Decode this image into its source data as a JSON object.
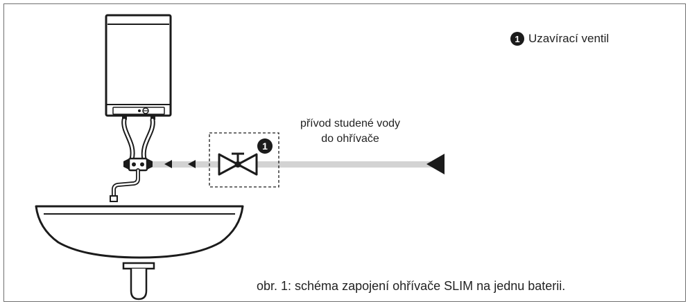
{
  "legend": {
    "marker": "1",
    "label": "Uzavírací ventil"
  },
  "supply_label": {
    "line1": "přívod studené vody",
    "line2": "do ohřívače"
  },
  "valve_marker": "1",
  "caption": "obr. 1: schéma zapojení ohřívače SLIM na jednu baterii.",
  "colors": {
    "pipe": "#d3d3d3",
    "ink": "#1b1b1b",
    "frame": "#6f6f6f"
  }
}
